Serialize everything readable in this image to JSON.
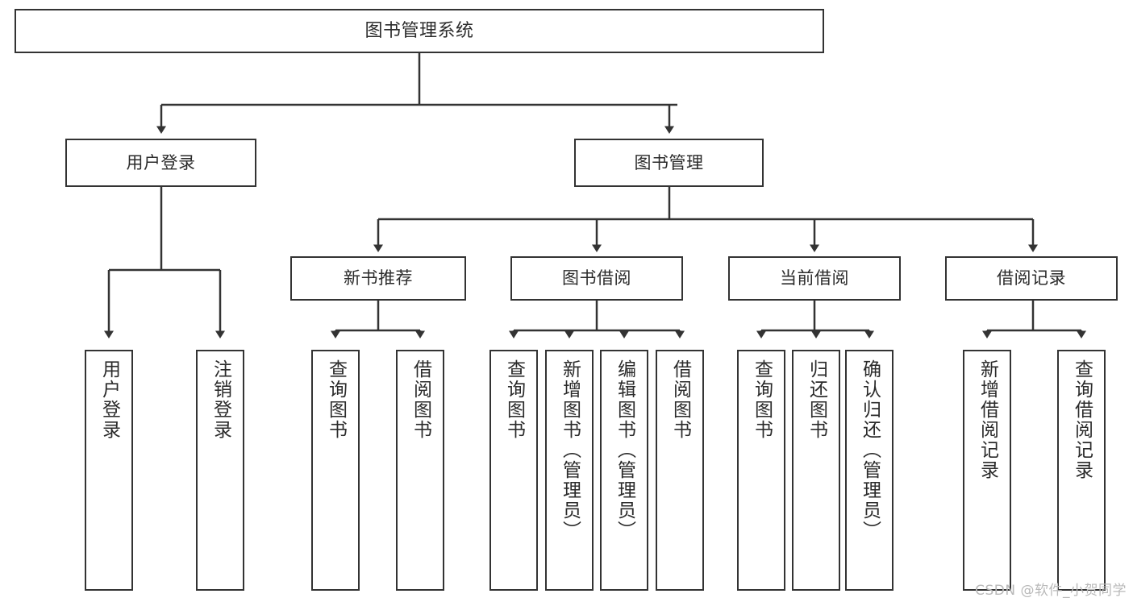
{
  "diagram": {
    "title": "图书管理系统",
    "type": "tree",
    "watermark": "CSDN @软件_小贺同学",
    "colors": {
      "stroke": "#333333",
      "fill": "#ffffff",
      "text": "#2b2b2b",
      "watermark": "#b9b9b9"
    },
    "levels": {
      "root": [
        "图书管理系统"
      ],
      "level2": [
        "用户登录",
        "图书管理"
      ],
      "level3": [
        "新书推荐",
        "图书借阅",
        "当前借阅",
        "借阅记录"
      ],
      "leaves": [
        "用户登录",
        "注销登录",
        "查询图书",
        "借阅图书",
        "查询图书",
        "新增图书（管理员）",
        "编辑图书（管理员）",
        "借阅图书",
        "查询图书",
        "归还图书",
        "确认归还（管理员）",
        "新增借阅记录",
        "查询借阅记录"
      ]
    },
    "nodes": {
      "root": {
        "label": "图书管理系统"
      },
      "user_login": {
        "label": "用户登录"
      },
      "book_manage": {
        "label": "图书管理"
      },
      "new_book_rec": {
        "label": "新书推荐"
      },
      "book_borrow": {
        "label": "图书借阅"
      },
      "current_borrow": {
        "label": "当前借阅"
      },
      "borrow_record": {
        "label": "借阅记录"
      },
      "leaf_user_login": {
        "label": "用户登录"
      },
      "leaf_logout": {
        "label": "注销登录"
      },
      "leaf_query_book_1": {
        "label": "查询图书"
      },
      "leaf_borrow_book_1": {
        "label": "借阅图书"
      },
      "leaf_query_book_2": {
        "label": "查询图书"
      },
      "leaf_add_book": {
        "label": "新增图书（管理员）"
      },
      "leaf_edit_book": {
        "label": "编辑图书（管理员）"
      },
      "leaf_borrow_book_2": {
        "label": "借阅图书"
      },
      "leaf_query_book_3": {
        "label": "查询图书"
      },
      "leaf_return_book": {
        "label": "归还图书"
      },
      "leaf_confirm_return": {
        "label": "确认归还（管理员）"
      },
      "leaf_add_record": {
        "label": "新增借阅记录"
      },
      "leaf_query_record": {
        "label": "查询借阅记录"
      }
    }
  }
}
